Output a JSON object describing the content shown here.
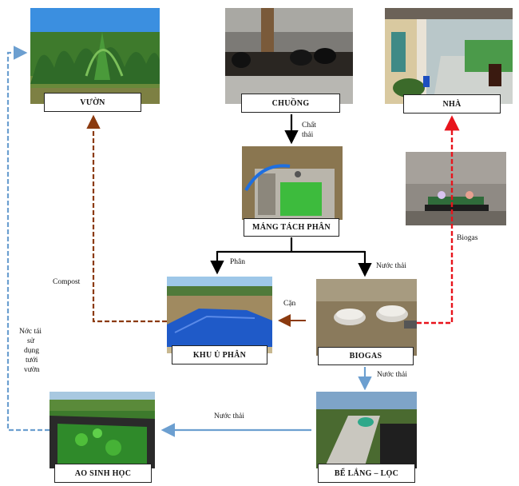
{
  "nodes": {
    "vuon": "VƯỜN",
    "chuong": "CHUỒNG",
    "nha": "NHÀ",
    "mang": "MÁNG TÁCH PHÂN",
    "khu_u": "KHU Ủ PHÂN",
    "biogas": "BIOGAS",
    "be_lang": "BỂ LẮNG – LỌC",
    "ao": "AO SINH HỌC"
  },
  "edges": {
    "chat_thai_1": "Chất",
    "chat_thai_2": "thải",
    "phan": "Phân",
    "nuoc_thai_1": "Nước thải",
    "nuoc_thai_2": "Nước thải",
    "nuoc_thai_3": "Nước thải",
    "can": "Cặn",
    "compost": "Compost",
    "biogas": "Biogas",
    "reuse_1": "Nớc tái",
    "reuse_2": "sử",
    "reuse_3": "dụng",
    "reuse_4": "tưới",
    "reuse_5": "vườn"
  },
  "colors": {
    "black_arrow": "#000000",
    "brown_arrow": "#8b3a0f",
    "red_arrow": "#e8141c",
    "blue_arrow": "#6c9fd0"
  }
}
